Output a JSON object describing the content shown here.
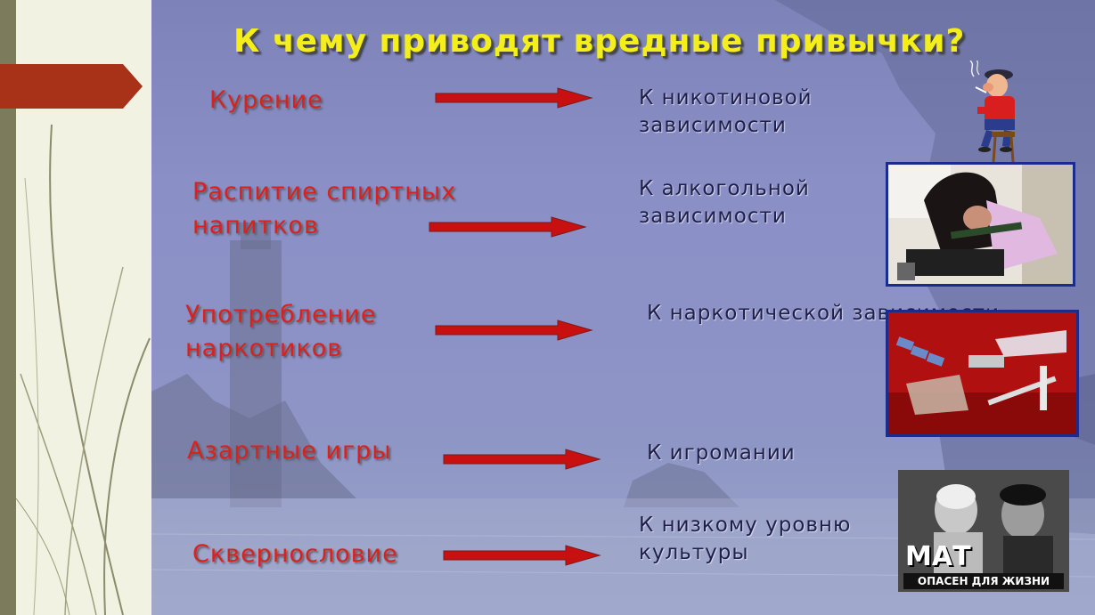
{
  "title": "К чему приводят вредные привычки?",
  "rows": [
    {
      "habit_lines": [
        "Курение"
      ],
      "result_lines": [
        "К никотиновой",
        "зависимости"
      ]
    },
    {
      "habit_lines": [
        "Распитие спиртных",
        "напитков"
      ],
      "result_lines": [
        "К алкогольной",
        "зависимости"
      ]
    },
    {
      "habit_lines": [
        "Употребление",
        "наркотиков"
      ],
      "result_lines": [
        "К наркотической зависимости"
      ]
    },
    {
      "habit_lines": [
        "Азартные игры"
      ],
      "result_lines": [
        "К игромании"
      ]
    },
    {
      "habit_lines": [
        "Сквернословие"
      ],
      "result_lines": [
        "К низкому уровню",
        "культуры"
      ]
    }
  ],
  "poster": {
    "title": "МАТ",
    "subtitle": "ОПАСЕН ДЛЯ ЖИЗНИ"
  },
  "colors": {
    "title": "#f4ee1a",
    "habit": "#d8221e",
    "result": "#1f1f4a",
    "arrow": "#c81010",
    "tab": "#a83218"
  }
}
